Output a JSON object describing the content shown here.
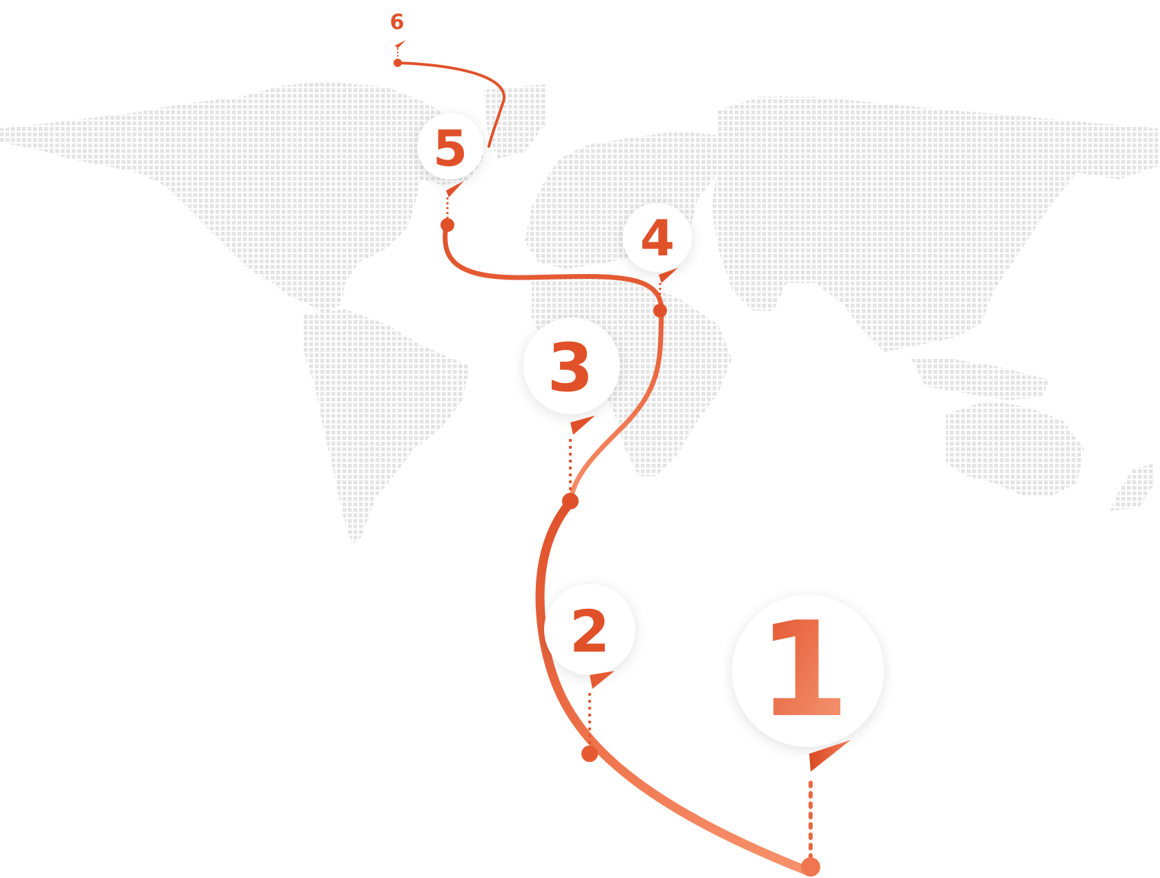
{
  "colors": {
    "map_dots": "#e3e3e3",
    "path_dark": "#e0512a",
    "path_light": "#f7916b",
    "badge_background": "#ffffff"
  },
  "steps": [
    {
      "number": "1"
    },
    {
      "number": "2"
    },
    {
      "number": "3"
    },
    {
      "number": "4"
    },
    {
      "number": "5"
    },
    {
      "number": "6"
    }
  ]
}
